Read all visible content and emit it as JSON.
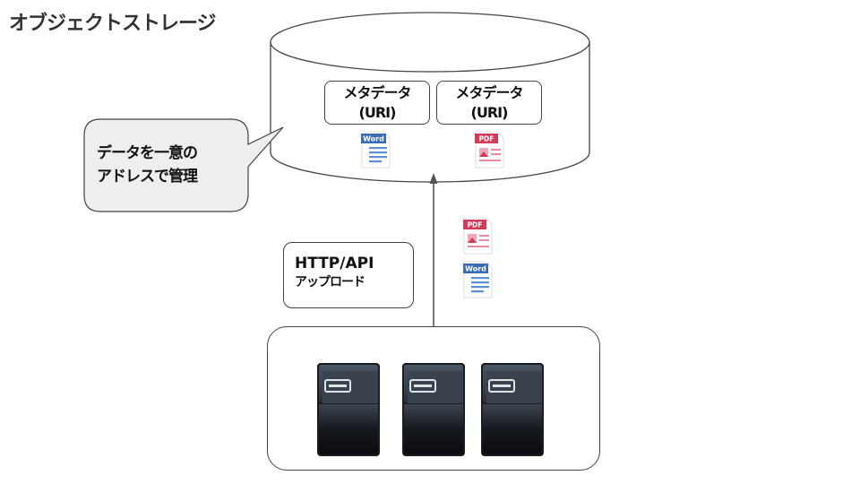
{
  "title": "オブジェクトストレージ",
  "storage": {
    "metadata_boxes": [
      {
        "line1": "メタデータ",
        "line2": "(URI)"
      },
      {
        "line1": "メタデータ",
        "line2": "(URI)"
      }
    ]
  },
  "callout": {
    "line1": "データを一意の",
    "line2": "アドレスで管理"
  },
  "upload": {
    "line1": "HTTP/API",
    "line2": "アップロード"
  },
  "icons": {
    "word_label": "Word",
    "pdf_label": "PDF"
  },
  "colors": {
    "word": "#3b6bb3",
    "pdf": "#d23c5b",
    "callout_fill": "#eeeeee",
    "stroke": "#444444"
  }
}
